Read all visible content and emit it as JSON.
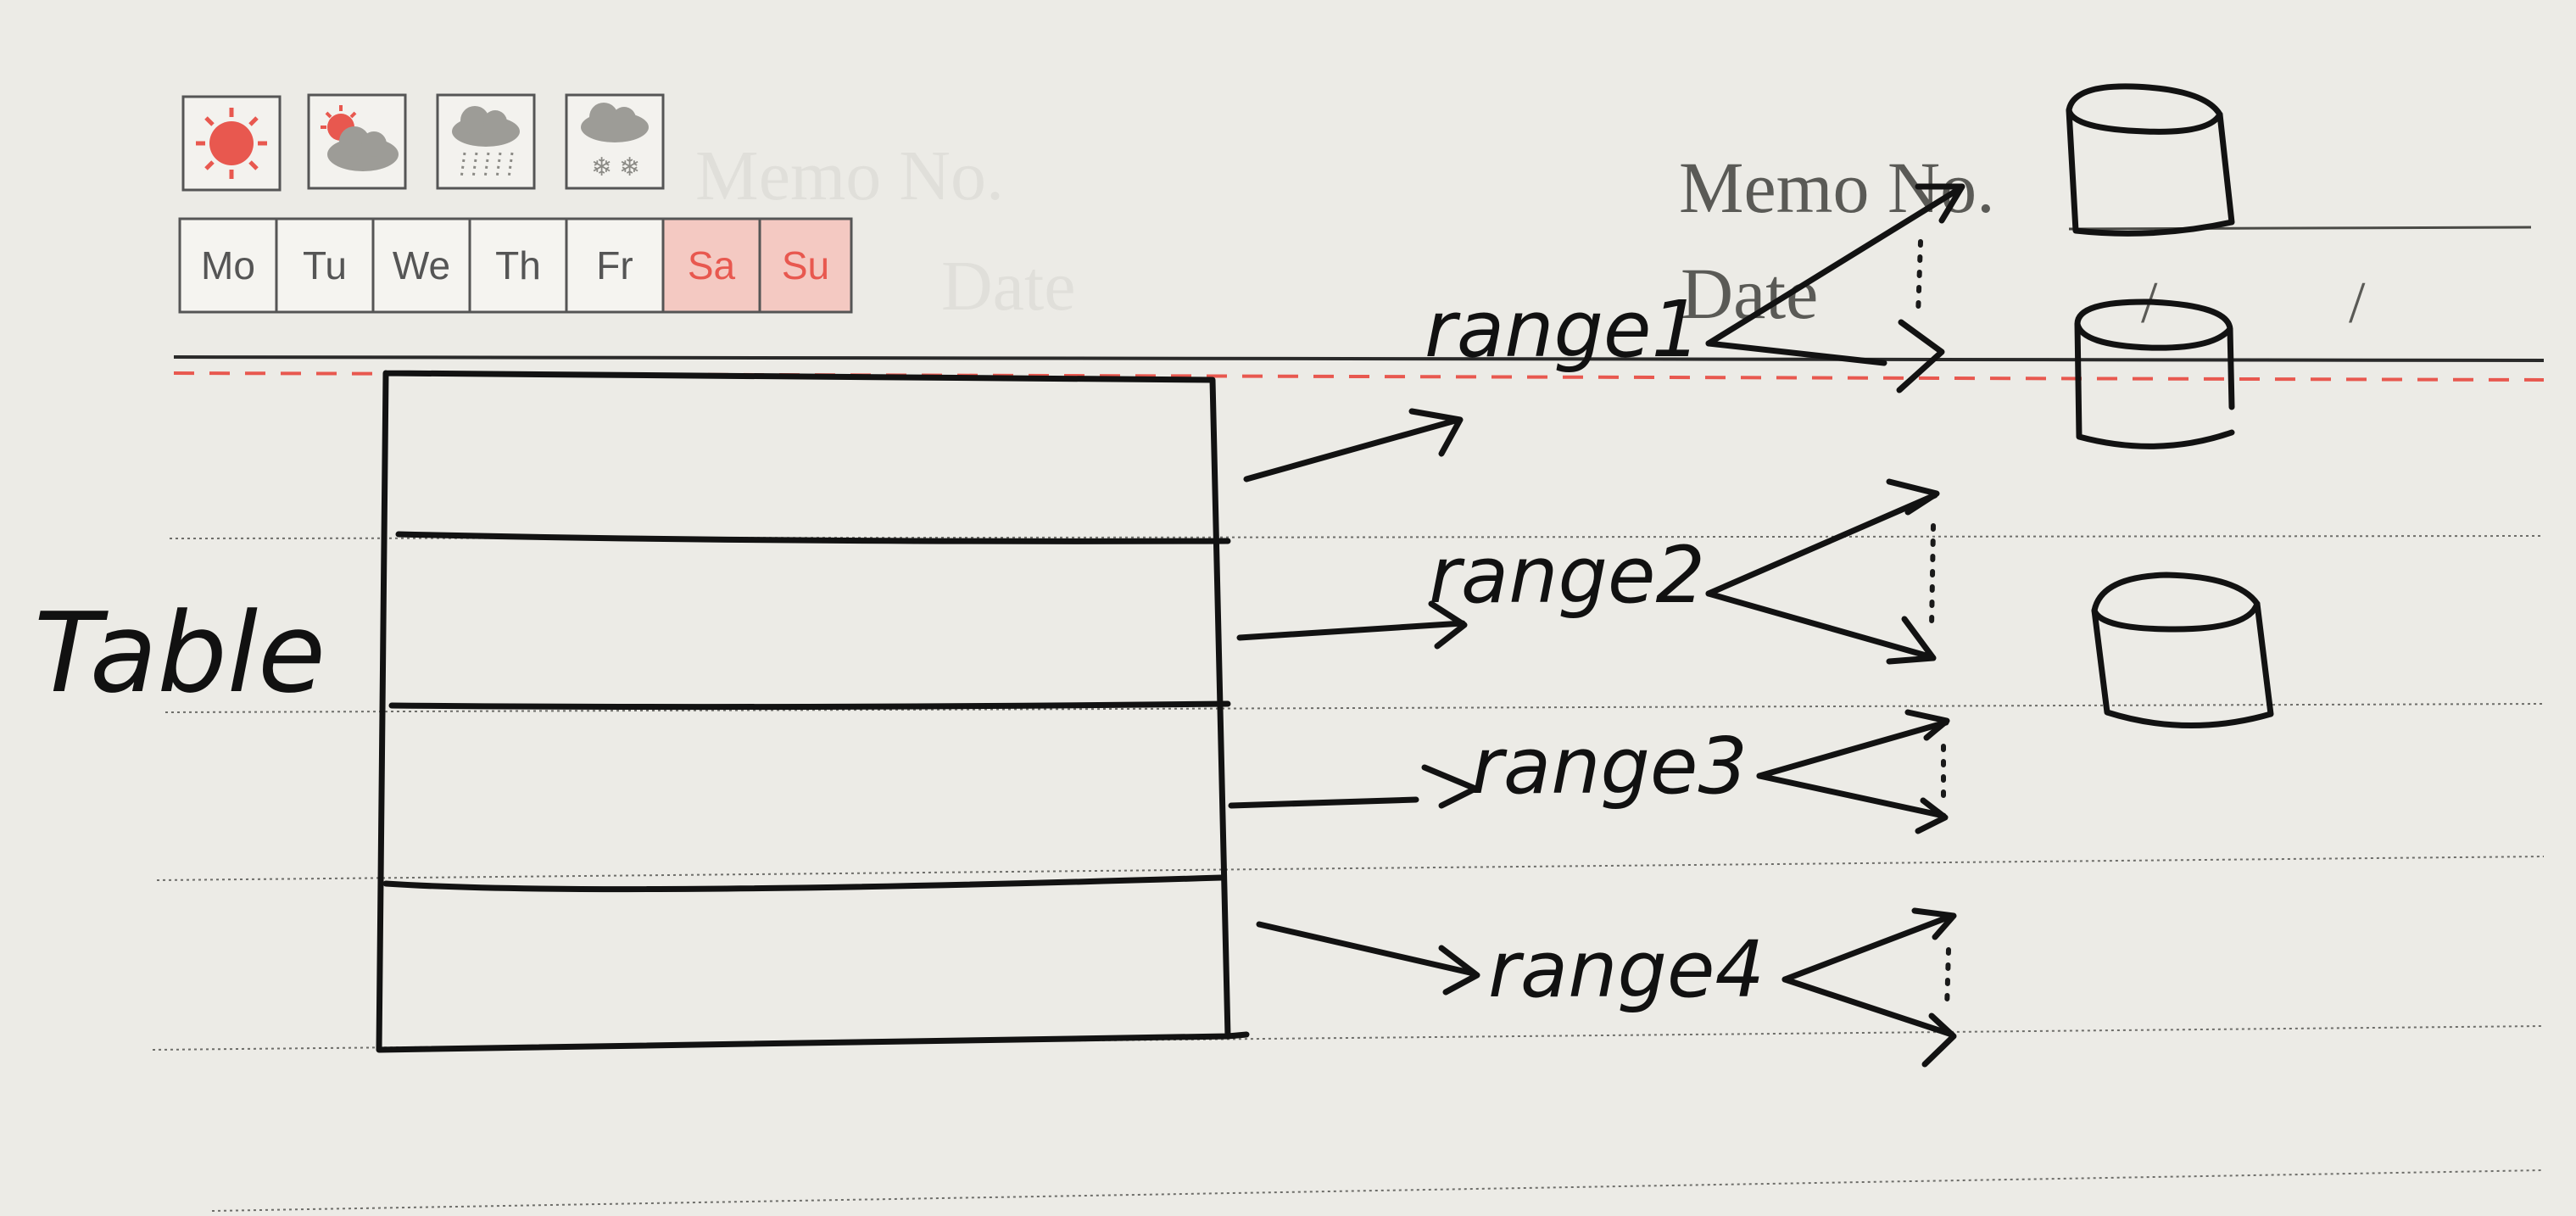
{
  "notebook_header": {
    "weather_icons": [
      "sunny-icon",
      "partly-cloudy-icon",
      "rain-icon",
      "snow-icon"
    ],
    "weekdays": [
      "Mo",
      "Tu",
      "We",
      "Th",
      "Fr",
      "Sa",
      "Su"
    ],
    "weekend_color": "#e8584f",
    "weekend_fill": "#f4c9c2",
    "memo_no_label": "Memo No.",
    "date_label": "Date",
    "date_separators": [
      "/",
      "/"
    ]
  },
  "diagram": {
    "table_label": "Table",
    "ranges": [
      "range1",
      "range2",
      "range3",
      "range4"
    ],
    "database_icons": [
      "database-icon",
      "database-icon",
      "database-icon"
    ]
  },
  "colors": {
    "paper": "#ecebe6",
    "ink": "#121212",
    "red_rule": "#e8584f"
  }
}
